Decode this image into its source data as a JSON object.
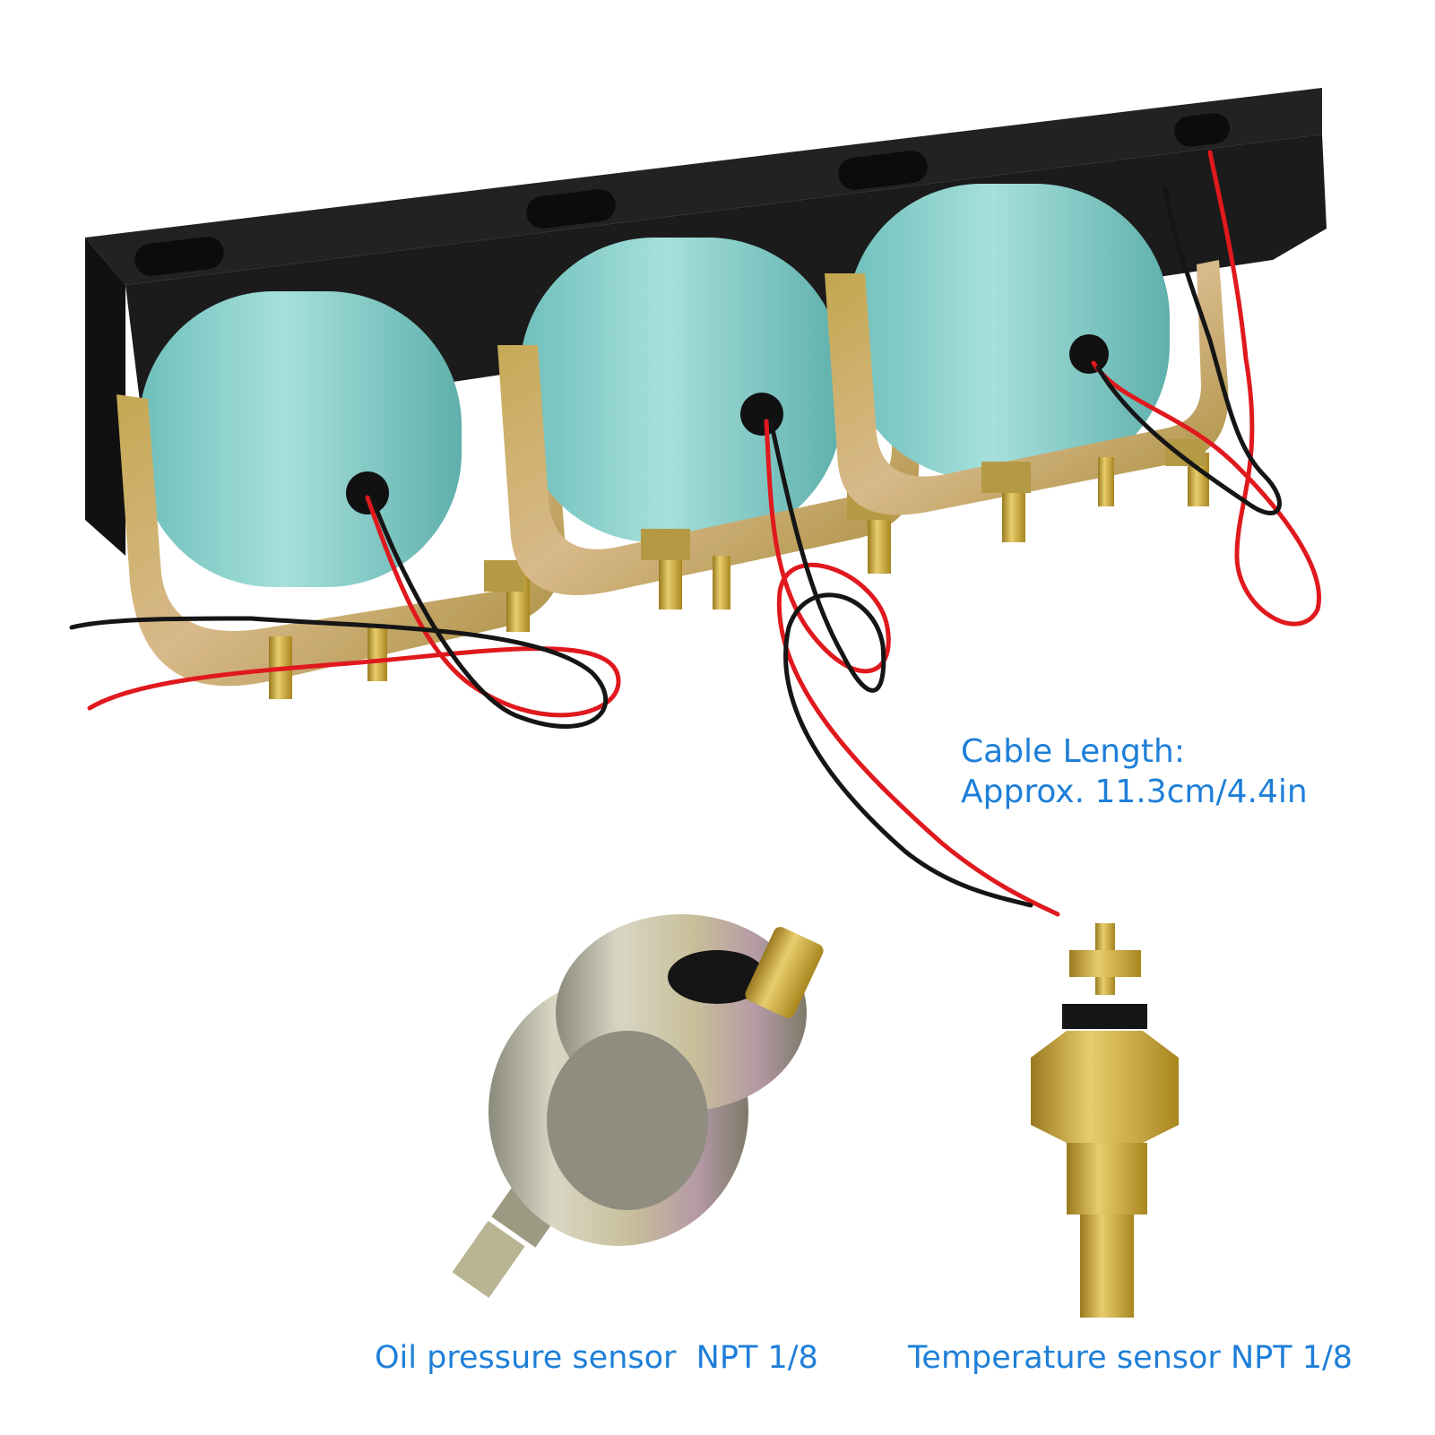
{
  "captions": {
    "cable_length_title": "Cable Length:",
    "cable_length_value": "Approx. 11.3cm/4.4in",
    "oil_sensor": "Oil pressure sensor  NPT 1/8",
    "temp_sensor": "Temperature sensor NPT 1/8"
  },
  "colors": {
    "caption_text": "#1e7fd9",
    "gauge_body": "#8fd3cf",
    "bracket": "#1a1a1a",
    "wire_red": "#e0191e",
    "wire_black": "#151515",
    "brass": "#c9a33a",
    "zinc_steel": "#b8b2a8"
  },
  "items": [
    {
      "name": "triple gauge panel",
      "count": 3
    },
    {
      "name": "oil pressure sensor"
    },
    {
      "name": "temperature sensor"
    }
  ]
}
